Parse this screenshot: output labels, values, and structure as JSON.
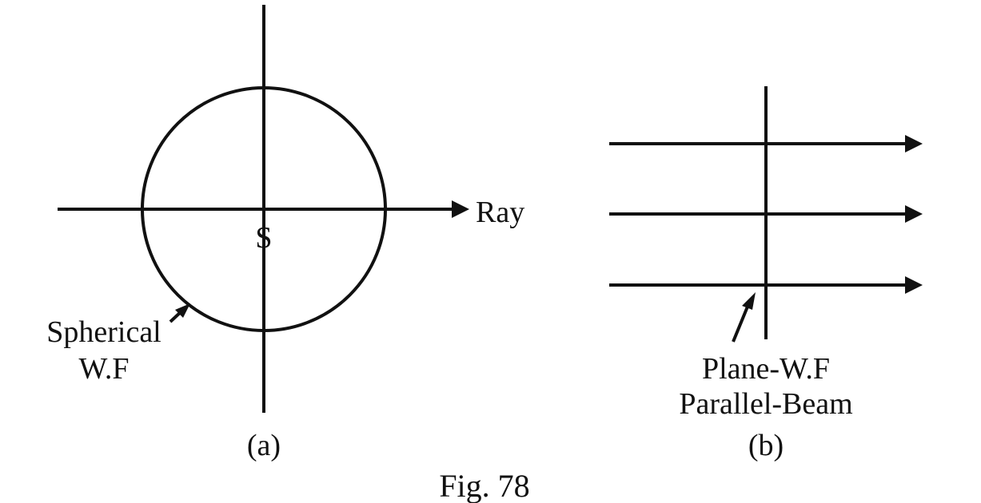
{
  "figure": {
    "caption": "Fig. 78",
    "ink_color": "#111111",
    "background": "#ffffff"
  },
  "panel_a": {
    "label": "(a)",
    "center_label": "S",
    "ray_label": "Ray",
    "wavefront_label_line1": "Spherical",
    "wavefront_label_line2": "W.F"
  },
  "panel_b": {
    "label": "(b)",
    "wavefront_label_line1": "Plane-W.F",
    "wavefront_label_line2": "Parallel-Beam",
    "ray_count": 3
  }
}
